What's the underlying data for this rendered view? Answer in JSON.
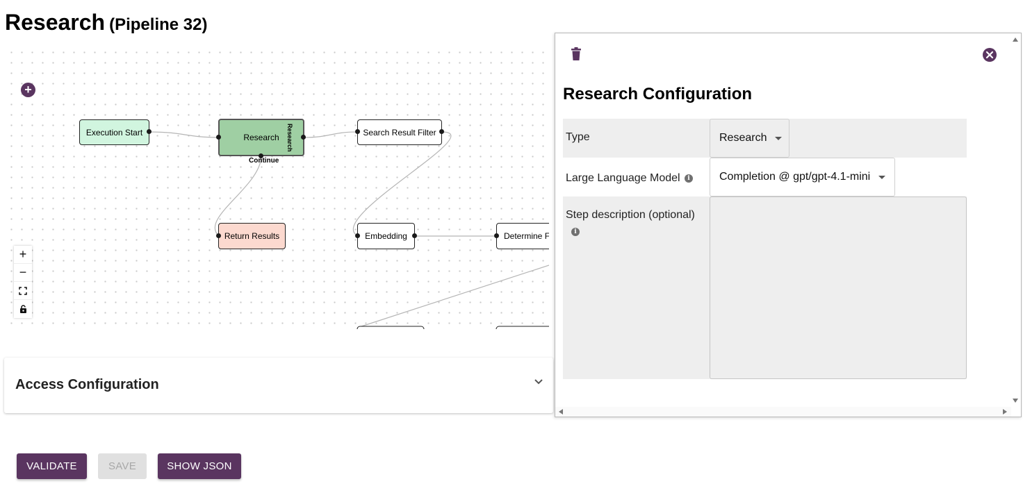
{
  "page": {
    "title": "Research",
    "subtitle": "(Pipeline 32)"
  },
  "colors": {
    "primary": "#5a3560",
    "start_node": "#d1f5df",
    "research_node": "#9fcfa3",
    "return_node": "#fcd9cf"
  },
  "canvas": {
    "nodes": {
      "execution_start": "Execution Start",
      "research": "Research",
      "search_result_filter": "Search Result Filter",
      "return_results": "Return Results",
      "embedding": "Embedding",
      "determine": "Determine F"
    },
    "research_side_label": "Research",
    "continue_label": "Continue",
    "add_node_icon": "plus-circle-icon"
  },
  "zoom": {
    "zoom_in": "+",
    "zoom_out": "−",
    "fit_icon": "fit-view-icon",
    "lock_icon": "lock-icon"
  },
  "access": {
    "title": "Access Configuration",
    "chevron_icon": "chevron-down-icon"
  },
  "buttons": {
    "validate": "VALIDATE",
    "save": "SAVE",
    "show_json": "SHOW JSON"
  },
  "config": {
    "trash_icon": "trash-icon",
    "close_icon": "close-circle-icon",
    "title": "Research Configuration",
    "type_label": "Type",
    "type_value": "Research",
    "llm_label": "Large Language Model",
    "llm_value": "Completion @ gpt/gpt-4.1-mini",
    "description_label": "Step description (optional)",
    "description_value": "",
    "info_icon": "info-icon"
  }
}
